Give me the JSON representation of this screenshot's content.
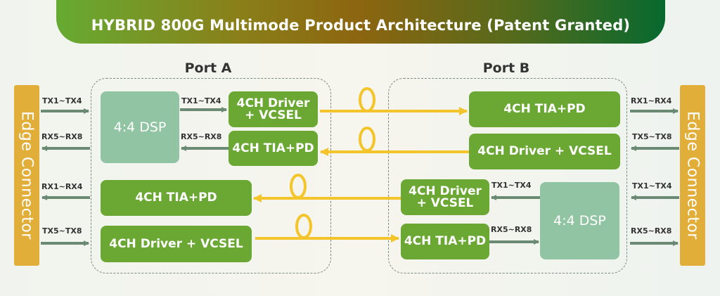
{
  "title": "HYBRID 800G Multimode Product Architecture (Patent Granted)",
  "colors": {
    "driver_box": "#6aa833",
    "dsp_box": "#91c4a2",
    "edge_connector": "#e2ae3a",
    "electrical_arrow": "#6b8a74",
    "optical_fiber": "#f3c52b"
  },
  "port_a": {
    "label": "Port A",
    "dsp": "4:4 DSP",
    "driver_vcsel_top": "4CH Driver\n+ VCSEL",
    "tia_pd_top": "4CH TIA+PD",
    "tia_pd_bottom": "4CH TIA+PD",
    "driver_vcsel_bottom": "4CH Driver + VCSEL",
    "dsp_out_tx": "TX1~TX4",
    "dsp_in_rx": "RX5~RX8"
  },
  "port_b": {
    "label": "Port B",
    "dsp": "4:4 DSP",
    "tia_pd_top": "4CH TIA+PD",
    "driver_vcsel_top": "4CH Driver + VCSEL",
    "driver_vcsel_bottom": "4CH Driver\n+ VCSEL",
    "tia_pd_bottom": "4CH TIA+PD",
    "dsp_out_tx": "TX1~TX4",
    "dsp_in_rx": "RX5~RX8"
  },
  "edge_left": {
    "label": "Edge Connector",
    "signals": [
      "TX1~TX4",
      "RX5~RX8",
      "RX1~RX4",
      "TX5~TX8"
    ]
  },
  "edge_right": {
    "label": "Edge Connector",
    "signals": [
      "RX1~RX4",
      "TX5~TX8",
      "TX1~TX4",
      "RX5~RX8"
    ]
  }
}
